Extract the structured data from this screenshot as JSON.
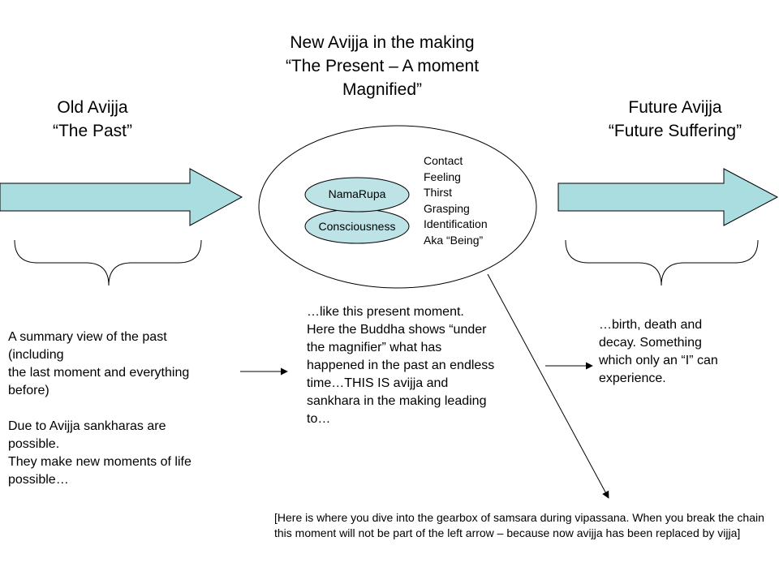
{
  "center": {
    "title_lines": [
      "New Avijja in the making",
      "“The Present – A moment",
      "Magnified”"
    ],
    "nodes": {
      "top": "NamaRupa",
      "bottom": "Consciousness"
    },
    "chain": [
      "Contact",
      "Feeling",
      "Thirst",
      "Grasping",
      "Identification",
      "Aka “Being”"
    ],
    "description_lines": [
      "…like this present moment.",
      "Here the Buddha shows “under",
      "the magnifier” what has",
      "happened in the past an endless",
      "time…THIS IS avijja and",
      "sankhara in the making leading",
      "to…"
    ]
  },
  "past": {
    "title_lines": [
      "Old Avijja",
      "“The Past”"
    ],
    "description_lines": [
      "A summary view of the past",
      "(including",
      "the last moment and everything",
      "before)",
      "",
      "Due to Avijja sankharas are",
      "possible.",
      "They make new moments of life",
      "possible…"
    ]
  },
  "future": {
    "title_lines": [
      "Future Avijja",
      "“Future Suffering”"
    ],
    "description_lines": [
      "…birth, death and",
      "decay. Something",
      "which only an “I” can",
      "experience."
    ]
  },
  "footnote": "[Here is where you dive into the gearbox of samsara during vipassana. When you break the chain this moment will not be part of the left arrow – because now avijja has been replaced by vijja]",
  "colors": {
    "arrow_fill": "#a9dde0",
    "node_fill": "#bde3e6",
    "stroke": "#000000"
  }
}
